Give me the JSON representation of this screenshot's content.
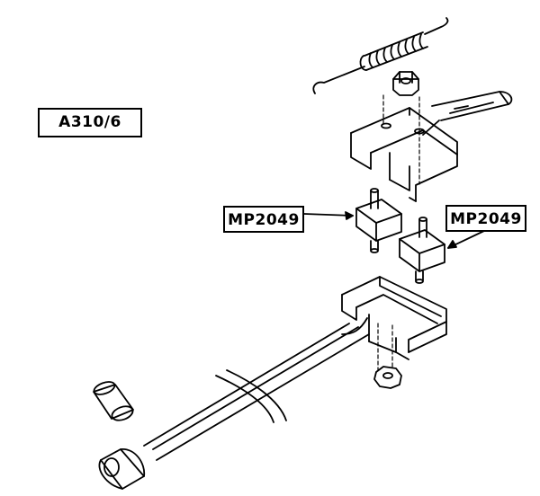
{
  "labels": {
    "assembly_code": "A310/6",
    "part_left": "MP2049",
    "part_right": "MP2049"
  }
}
